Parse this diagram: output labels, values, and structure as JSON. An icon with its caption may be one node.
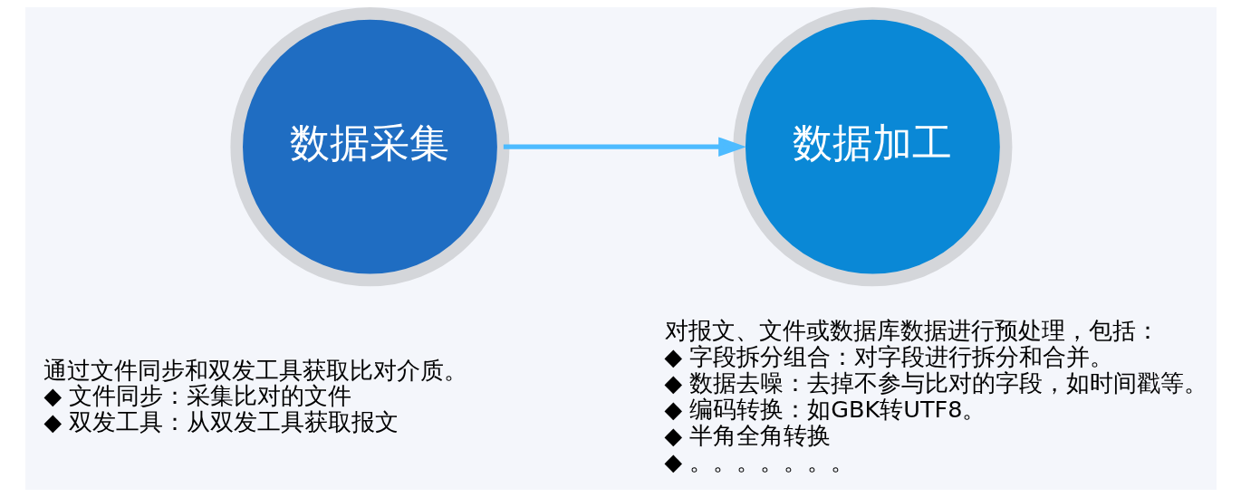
{
  "diagram": {
    "nodes": [
      {
        "text": [
          "数据采集"
        ],
        "beside": [
          "通过文件同步和双发工具获取比对介质。",
          "◆ 文件同步：采集比对的文件",
          "◆ 双发工具：从双发工具获取报文"
        ]
      },
      {
        "text": [
          "数据加工"
        ],
        "beside": [
          "对报文、文件或数据库数据进行预处理，包括：",
          "◆ 字段拆分组合：对字段进行拆分和合并。",
          "◆ 数据去噪：去掉不参与比对的字段，如时间戳等。",
          "◆ 编码转换：如GBK转UTF8。",
          "◆ 半角全角转换",
          "◆ 。。。。。。。"
        ]
      }
    ],
    "edges": [
      {
        "from": 0,
        "to": 1,
        "arrow": "to",
        "color": "#4dbbff"
      }
    ]
  }
}
